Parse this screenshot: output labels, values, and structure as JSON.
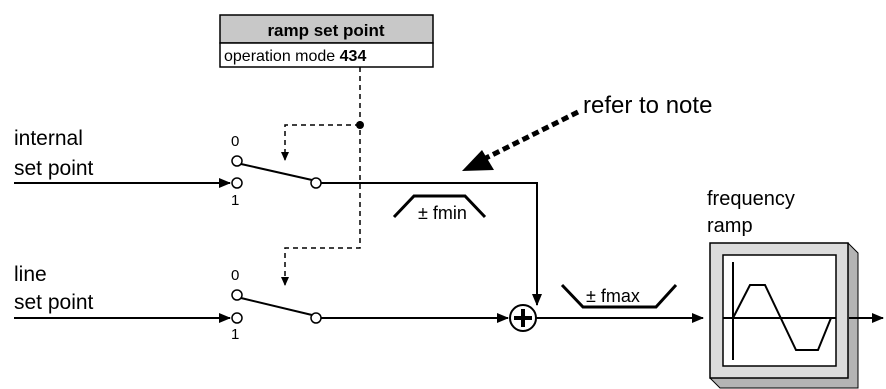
{
  "param_box": {
    "title": "ramp set point",
    "mode_label": "operation mode ",
    "mode_value": "434"
  },
  "note": "refer to note",
  "inputs": {
    "internal_line1": "internal",
    "internal_line2": "set point",
    "line_line1": "line",
    "line_line2": "set point"
  },
  "switch_positions": {
    "upper_0": "0",
    "upper_1": "1",
    "lower_0": "0",
    "lower_1": "1"
  },
  "limiters": {
    "fmin": "± fmin",
    "fmax": "± fmax"
  },
  "ramp_block": {
    "label_line1": "frequency",
    "label_line2": "ramp"
  }
}
